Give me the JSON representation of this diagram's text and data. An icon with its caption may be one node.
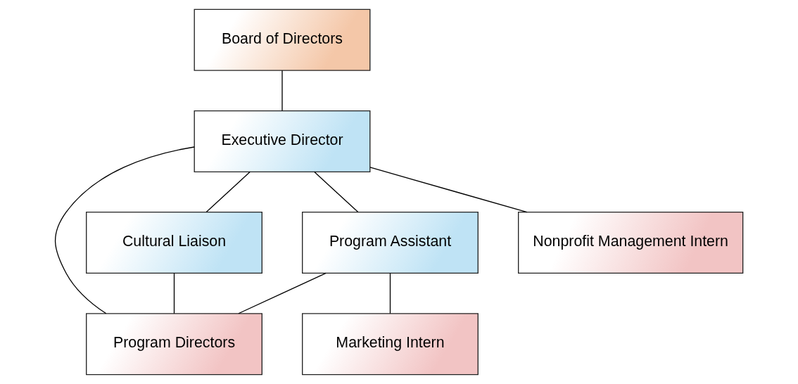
{
  "diagram": {
    "nodes": [
      {
        "text": [
          "Board of Directors"
        ]
      },
      {
        "text": [
          "Executive Director"
        ]
      },
      {
        "text": [
          "Cultural Liaison"
        ]
      },
      {
        "text": [
          "Program Assistant"
        ]
      },
      {
        "text": [
          "Nonprofit Management Intern"
        ]
      },
      {
        "text": [
          "Program Directors"
        ]
      },
      {
        "text": [
          "Marketing Intern"
        ]
      }
    ],
    "edges": [
      {
        "from": 0,
        "to": 1,
        "arrow": "none"
      },
      {
        "from": 1,
        "to": 2,
        "arrow": "none"
      },
      {
        "from": 1,
        "to": 3,
        "arrow": "none"
      },
      {
        "from": 1,
        "to": 4,
        "arrow": "none"
      },
      {
        "from": 1,
        "to": 5,
        "arrow": "none"
      },
      {
        "from": 2,
        "to": 5,
        "arrow": "none"
      },
      {
        "from": 3,
        "to": 5,
        "arrow": "none"
      },
      {
        "from": 3,
        "to": 6,
        "arrow": "none"
      }
    ]
  }
}
